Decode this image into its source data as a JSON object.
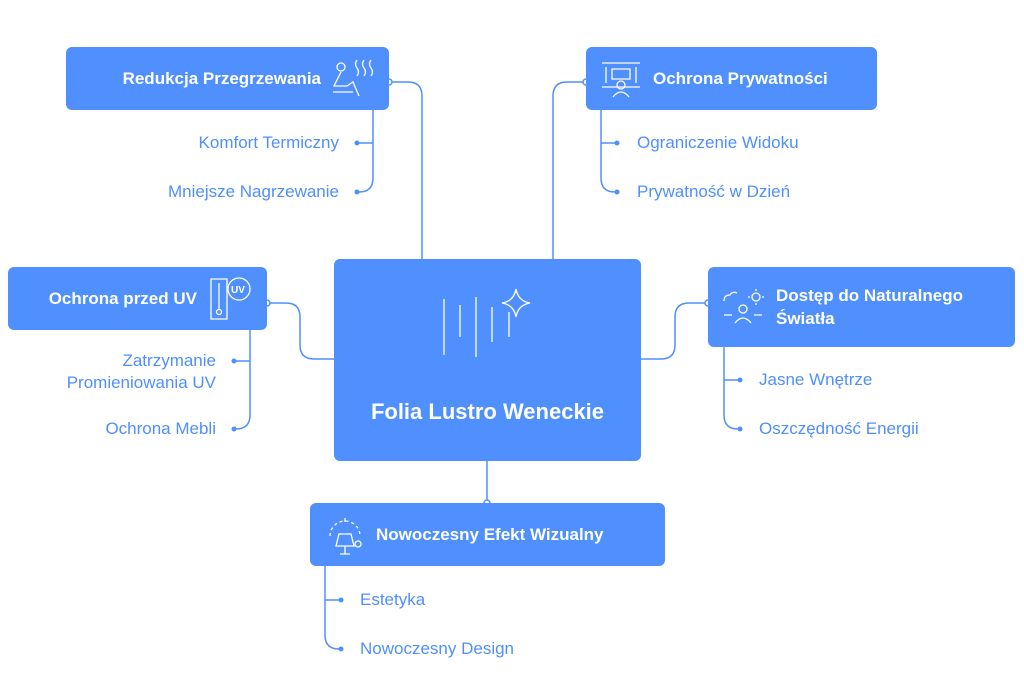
{
  "center": {
    "title": "Folia Lustro Weneckie",
    "icon": "mirror-sparkle-icon"
  },
  "branches": [
    {
      "title": "Redukcja Przegrzewania",
      "icon": "person-heat-icon",
      "children": [
        "Komfort Termiczny",
        "Mniejsze Nagrzewanie"
      ]
    },
    {
      "title": "Ochrona Prywatności",
      "icon": "privacy-window-icon",
      "children": [
        "Ograniczenie Widoku",
        "Prywatność w Dzień"
      ]
    },
    {
      "title": "Ochrona przed UV",
      "icon": "uv-thermometer-icon",
      "children": [
        "Zatrzymanie Promieniowania UV",
        "Ochrona Mebli"
      ]
    },
    {
      "title": "Dostęp do Naturalnego Światła",
      "icon": "sun-person-icon",
      "children": [
        "Jasne Wnętrze",
        "Oszczędność Energii"
      ]
    },
    {
      "title": "Nowoczesny Efekt Wizualny",
      "icon": "lamp-icon",
      "children": [
        "Estetyka",
        "Nowoczesny Design"
      ]
    }
  ],
  "colors": {
    "accent": "#4f8ffe",
    "text": "#ffffff"
  }
}
